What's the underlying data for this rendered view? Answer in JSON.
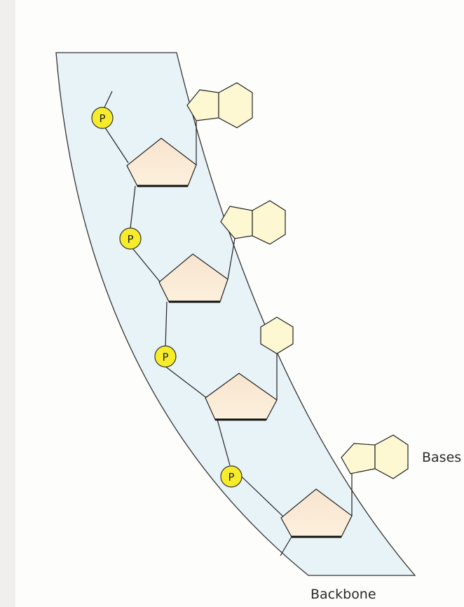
{
  "diagram": {
    "phosphate_label": "P",
    "bases_label": "Bases",
    "backbone_label": "Backbone"
  },
  "colors": {
    "band": "#e8f3f7",
    "sugar": "#fbe9d4",
    "base": "#fdf8d2",
    "phosphate": "#f7ec2a",
    "stroke": "#222222"
  }
}
